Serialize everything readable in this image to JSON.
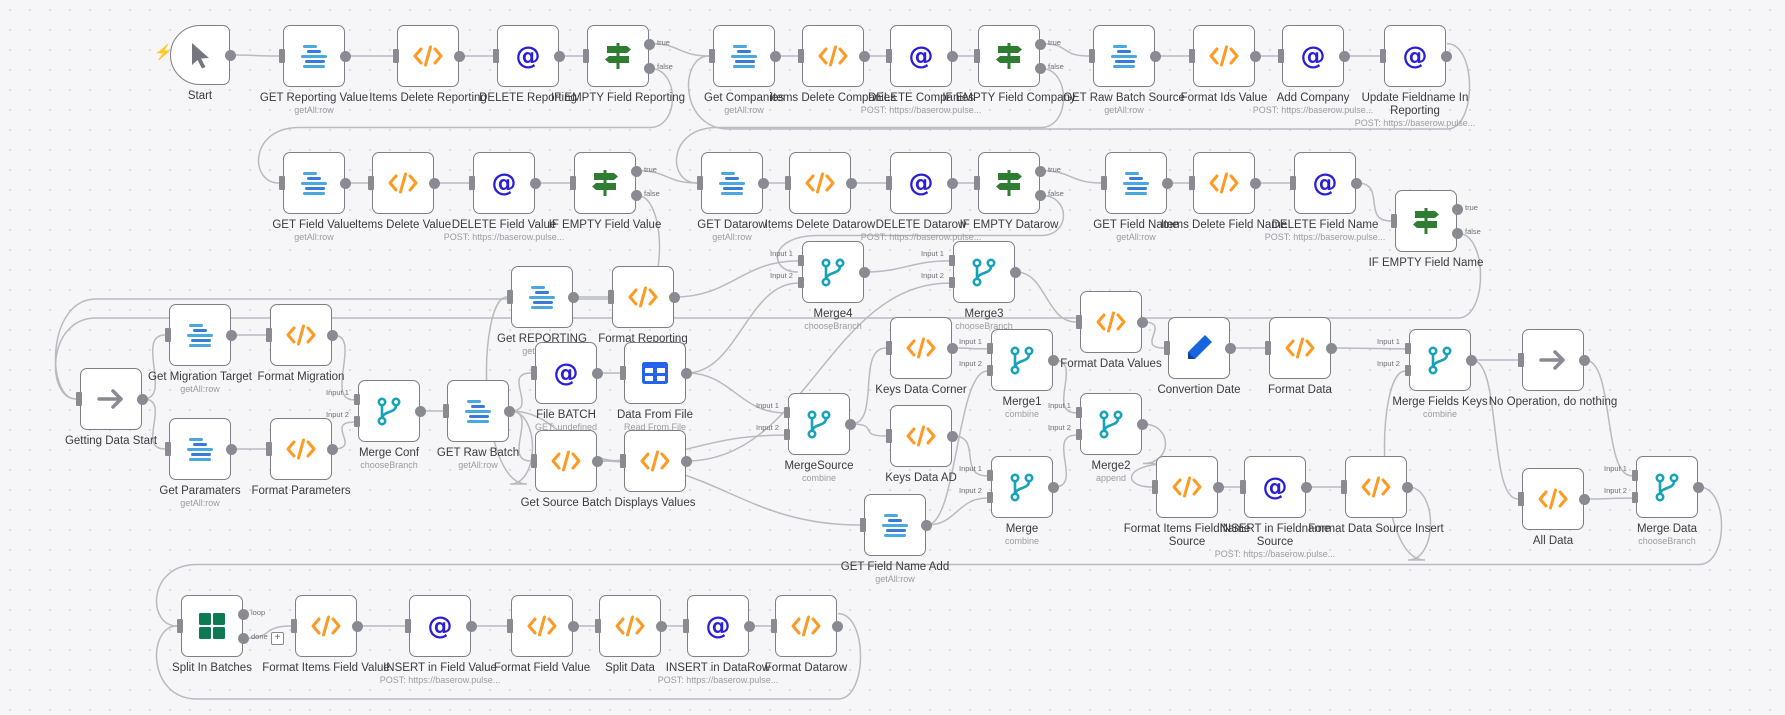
{
  "nodes": [
    {
      "id": "start",
      "label": "Start",
      "icon": "cursor-icon",
      "type": "trigger"
    },
    {
      "id": "get-reporting-value",
      "label": "GET Reporting Value",
      "sub": "getAll:row",
      "icon": "baserow-icon"
    },
    {
      "id": "items-delete-reporting",
      "label": "Items Delete Reporting",
      "icon": "code-icon"
    },
    {
      "id": "delete-reporting",
      "label": "DELETE Reporting",
      "icon": "http-request-icon"
    },
    {
      "id": "if-empty-field-reporting",
      "label": "IF EMPTY Field Reporting",
      "icon": "if-icon"
    },
    {
      "id": "get-companies",
      "label": "Get Companies",
      "sub": "getAll:row",
      "icon": "baserow-icon"
    },
    {
      "id": "items-delete-companies",
      "label": "Items Delete Companies",
      "icon": "code-icon"
    },
    {
      "id": "delete-companies",
      "label": "DELETE Companies",
      "sub": "POST: https://baserow.pulse...",
      "icon": "http-request-icon"
    },
    {
      "id": "if-empty-field-company",
      "label": "IF EMPTY Field Company",
      "icon": "if-icon"
    },
    {
      "id": "get-raw-batch-source",
      "label": "GET Raw Batch Source",
      "sub": "getAll:row",
      "icon": "baserow-icon"
    },
    {
      "id": "format-ids-value",
      "label": "Format Ids Value",
      "icon": "code-icon"
    },
    {
      "id": "add-company",
      "label": "Add Company",
      "sub": "POST: https://baserow.pulse...",
      "icon": "http-request-icon"
    },
    {
      "id": "update-fieldname-in-reporting",
      "label": "Update Fieldname In Reporting",
      "sub": "POST: https://baserow.pulse...",
      "icon": "http-request-icon"
    },
    {
      "id": "get-field-value",
      "label": "GET Field Value",
      "sub": "getAll:row",
      "icon": "baserow-icon"
    },
    {
      "id": "items-delete-value",
      "label": "Items Delete Value",
      "icon": "code-icon"
    },
    {
      "id": "delete-field-value",
      "label": "DELETE Field Value",
      "sub": "POST: https://baserow.pulse...",
      "icon": "http-request-icon"
    },
    {
      "id": "if-empty-field-value",
      "label": "IF EMPTY Field Value",
      "icon": "if-icon"
    },
    {
      "id": "get-datarow",
      "label": "GET Datarow",
      "sub": "getAll:row",
      "icon": "baserow-icon"
    },
    {
      "id": "items-delete-datarow",
      "label": "Items Delete Datarow",
      "icon": "code-icon"
    },
    {
      "id": "delete-datarow",
      "label": "DELETE Datarow",
      "sub": "POST: https://baserow.pulse...",
      "icon": "http-request-icon"
    },
    {
      "id": "if-empty-datarow",
      "label": "IF EMPTY Datarow",
      "icon": "if-icon"
    },
    {
      "id": "get-field-name",
      "label": "GET Field Name",
      "sub": "getAll:row",
      "icon": "baserow-icon"
    },
    {
      "id": "items-delete-field-name",
      "label": "Items Delete Field Name",
      "icon": "code-icon"
    },
    {
      "id": "delete-field-name",
      "label": "DELETE Field Name",
      "sub": "POST: https://baserow.pulse...",
      "icon": "http-request-icon"
    },
    {
      "id": "if-empty-field-name",
      "label": "IF EMPTY Field Name",
      "icon": "if-icon"
    },
    {
      "id": "merge4",
      "label": "Merge4",
      "sub": "chooseBranch",
      "icon": "merge-icon"
    },
    {
      "id": "merge3",
      "label": "Merge3",
      "sub": "chooseBranch",
      "icon": "merge-icon"
    },
    {
      "id": "get-reporting",
      "label": "Get REPORTING",
      "sub": "getAll:row",
      "icon": "baserow-icon"
    },
    {
      "id": "format-reporting",
      "label": "Format Reporting",
      "icon": "code-icon"
    },
    {
      "id": "getting-data-start",
      "label": "Getting Data Start",
      "icon": "arrow-right-icon"
    },
    {
      "id": "get-migration-target",
      "label": "Get Migration Target",
      "sub": "getAll:row",
      "icon": "baserow-icon"
    },
    {
      "id": "format-migration",
      "label": "Format Migration",
      "icon": "code-icon"
    },
    {
      "id": "get-paramaters",
      "label": "Get Paramaters",
      "sub": "getAll:row",
      "icon": "baserow-icon"
    },
    {
      "id": "format-parameters",
      "label": "Format Parameters",
      "icon": "code-icon"
    },
    {
      "id": "merge-conf",
      "label": "Merge Conf",
      "sub": "chooseBranch",
      "icon": "merge-icon"
    },
    {
      "id": "get-raw-batch",
      "label": "GET Raw Batch",
      "sub": "getAll:row",
      "icon": "baserow-icon"
    },
    {
      "id": "file-batch",
      "label": "File BATCH",
      "sub": "GET: undefined",
      "icon": "http-request-icon"
    },
    {
      "id": "data-from-file",
      "label": "Data From File",
      "sub": "Read From File",
      "icon": "spreadsheet-icon"
    },
    {
      "id": "get-source-batch",
      "label": "Get Source Batch",
      "icon": "code-icon"
    },
    {
      "id": "displays-values",
      "label": "Displays Values",
      "icon": "code-icon"
    },
    {
      "id": "merge-source",
      "label": "MergeSource",
      "sub": "combine",
      "icon": "merge-icon"
    },
    {
      "id": "keys-data-corner",
      "label": "Keys Data Corner",
      "icon": "code-icon"
    },
    {
      "id": "keys-data-ad",
      "label": "Keys Data AD",
      "icon": "code-icon"
    },
    {
      "id": "merge1",
      "label": "Merge1",
      "sub": "combine",
      "icon": "merge-icon"
    },
    {
      "id": "merge",
      "label": "Merge",
      "sub": "combine",
      "icon": "merge-icon"
    },
    {
      "id": "get-field-name-add",
      "label": "GET Field Name Add",
      "sub": "getAll:row",
      "icon": "baserow-icon"
    },
    {
      "id": "format-data-values",
      "label": "Format Data Values",
      "icon": "code-icon"
    },
    {
      "id": "merge2",
      "label": "Merge2",
      "sub": "append",
      "icon": "merge-icon"
    },
    {
      "id": "convertion-date",
      "label": "Convertion Date",
      "icon": "pencil-icon"
    },
    {
      "id": "format-data",
      "label": "Format Data",
      "icon": "code-icon"
    },
    {
      "id": "merge-fields-keys",
      "label": "Merge Fields Keys",
      "sub": "combine",
      "icon": "merge-icon"
    },
    {
      "id": "no-operation",
      "label": "No Operation, do nothing",
      "icon": "arrow-right-icon"
    },
    {
      "id": "format-items-fieldname-source",
      "label": "Format Items FieldName Source",
      "icon": "code-icon"
    },
    {
      "id": "insert-in-fieldname-source",
      "label": "INSERT in Fieldname Source",
      "sub": "POST: https://baserow.pulse...",
      "icon": "http-request-icon"
    },
    {
      "id": "format-data-source-insert",
      "label": "Format Data Source Insert",
      "icon": "code-icon"
    },
    {
      "id": "all-data",
      "label": "All Data",
      "icon": "code-icon"
    },
    {
      "id": "merge-data",
      "label": "Merge Data",
      "sub": "chooseBranch",
      "icon": "merge-icon"
    },
    {
      "id": "split-in-batches",
      "label": "Split In Batches",
      "icon": "split-batches-icon"
    },
    {
      "id": "format-items-field-value",
      "label": "Format Items Field Value",
      "icon": "code-icon"
    },
    {
      "id": "insert-in-field-value",
      "label": "INSERT in Field Value",
      "sub": "POST: https://baserow.pulse...",
      "icon": "http-request-icon"
    },
    {
      "id": "format-field-value",
      "label": "Format Field Value",
      "icon": "code-icon"
    },
    {
      "id": "split-data",
      "label": "Split Data",
      "icon": "code-icon"
    },
    {
      "id": "insert-in-datarow",
      "label": "INSERT in DataRow",
      "sub": "POST: https://baserow.pulse...",
      "icon": "http-request-icon"
    },
    {
      "id": "format-datarow",
      "label": "Format Datarow",
      "icon": "code-icon"
    }
  ],
  "port_labels": {
    "true": "true",
    "false": "false",
    "input1": "Input 1",
    "input2": "Input 2",
    "loop": "loop",
    "done": "done",
    "plus": "+"
  },
  "colors": {
    "code": "#ff9922",
    "http": "#2a1fd6",
    "if": "#2e7d32",
    "merge": "#17a2b8",
    "baserow": "#4aa8e0",
    "spreadsheet": "#2563eb",
    "pencil": "#1565e0",
    "split": "#0e7a53",
    "gray": "#8a8a92",
    "edge": "#b9b9c2",
    "trigger": "#ff5b4a"
  },
  "connections": [
    [
      "start",
      "get-reporting-value"
    ],
    [
      "get-reporting-value",
      "items-delete-reporting"
    ],
    [
      "items-delete-reporting",
      "delete-reporting"
    ],
    [
      "delete-reporting",
      "if-empty-field-reporting"
    ],
    [
      "if-empty-field-reporting",
      "get-companies",
      "true"
    ],
    [
      "if-empty-field-reporting",
      "get-field-value",
      "false"
    ],
    [
      "get-companies",
      "items-delete-companies"
    ],
    [
      "items-delete-companies",
      "delete-companies"
    ],
    [
      "delete-companies",
      "if-empty-field-company"
    ],
    [
      "if-empty-field-company",
      "get-raw-batch-source",
      "true"
    ],
    [
      "if-empty-field-company",
      "get-datarow",
      "false"
    ],
    [
      "get-raw-batch-source",
      "format-ids-value"
    ],
    [
      "format-ids-value",
      "add-company"
    ],
    [
      "add-company",
      "update-fieldname-in-reporting"
    ],
    [
      "update-fieldname-in-reporting",
      "get-companies",
      "loop"
    ],
    [
      "get-field-value",
      "items-delete-value"
    ],
    [
      "items-delete-value",
      "delete-field-value"
    ],
    [
      "delete-field-value",
      "if-empty-field-value"
    ],
    [
      "if-empty-field-value",
      "get-datarow",
      "true"
    ],
    [
      "if-empty-field-value",
      "getting-data-start",
      "false"
    ],
    [
      "get-datarow",
      "items-delete-datarow"
    ],
    [
      "items-delete-datarow",
      "delete-datarow"
    ],
    [
      "delete-datarow",
      "if-empty-datarow"
    ],
    [
      "if-empty-datarow",
      "get-field-name",
      "true"
    ],
    [
      "if-empty-datarow",
      "merge4",
      "false"
    ],
    [
      "get-field-name",
      "items-delete-field-name"
    ],
    [
      "items-delete-field-name",
      "delete-field-name"
    ],
    [
      "delete-field-name",
      "if-empty-field-name"
    ],
    [
      "if-empty-field-name",
      "getting-data-start",
      "false"
    ],
    [
      "getting-data-start",
      "get-migration-target"
    ],
    [
      "getting-data-start",
      "get-paramaters"
    ],
    [
      "get-migration-target",
      "format-migration"
    ],
    [
      "get-paramaters",
      "format-parameters"
    ],
    [
      "format-migration",
      "merge-conf",
      "1"
    ],
    [
      "format-parameters",
      "merge-conf",
      "2"
    ],
    [
      "merge-conf",
      "get-raw-batch"
    ],
    [
      "get-raw-batch",
      "get-reporting"
    ],
    [
      "get-raw-batch",
      "file-batch"
    ],
    [
      "get-raw-batch",
      "get-source-batch"
    ],
    [
      "get-raw-batch",
      "displays-values"
    ],
    [
      "get-reporting",
      "format-reporting"
    ],
    [
      "format-reporting",
      "merge4",
      "1"
    ],
    [
      "file-batch",
      "data-from-file"
    ],
    [
      "data-from-file",
      "merge-source",
      "1"
    ],
    [
      "data-from-file",
      "merge4",
      "2"
    ],
    [
      "get-source-batch",
      "merge-source",
      "2"
    ],
    [
      "displays-values",
      "merge3",
      "2"
    ],
    [
      "get-source-batch",
      "get-field-name-add"
    ],
    [
      "merge4",
      "merge3",
      "1"
    ],
    [
      "merge3",
      "format-data-values"
    ],
    [
      "merge-source",
      "keys-data-corner"
    ],
    [
      "merge-source",
      "keys-data-ad"
    ],
    [
      "keys-data-corner",
      "merge1",
      "1"
    ],
    [
      "keys-data-ad",
      "merge",
      "1"
    ],
    [
      "get-field-name-add",
      "merge",
      "2"
    ],
    [
      "get-field-name-add",
      "merge1",
      "2"
    ],
    [
      "merge1",
      "merge2",
      "1"
    ],
    [
      "merge",
      "merge2",
      "2"
    ],
    [
      "merge2",
      "format-items-fieldname-source"
    ],
    [
      "format-items-fieldname-source",
      "insert-in-fieldname-source"
    ],
    [
      "insert-in-fieldname-source",
      "format-data-source-insert"
    ],
    [
      "format-data-source-insert",
      "merge-fields-keys",
      "2"
    ],
    [
      "format-data-values",
      "convertion-date"
    ],
    [
      "convertion-date",
      "format-data"
    ],
    [
      "format-data",
      "merge-fields-keys",
      "1"
    ],
    [
      "merge-fields-keys",
      "no-operation"
    ],
    [
      "merge-fields-keys",
      "all-data"
    ],
    [
      "no-operation",
      "merge-data",
      "1"
    ],
    [
      "all-data",
      "merge-data",
      "2"
    ],
    [
      "merge-data",
      "split-in-batches"
    ],
    [
      "split-in-batches",
      "format-items-field-value",
      "done"
    ],
    [
      "format-items-field-value",
      "insert-in-field-value"
    ],
    [
      "insert-in-field-value",
      "format-field-value"
    ],
    [
      "format-field-value",
      "split-data"
    ],
    [
      "split-data",
      "insert-in-datarow"
    ],
    [
      "insert-in-datarow",
      "format-datarow"
    ],
    [
      "format-datarow",
      "split-in-batches",
      "loop"
    ]
  ]
}
